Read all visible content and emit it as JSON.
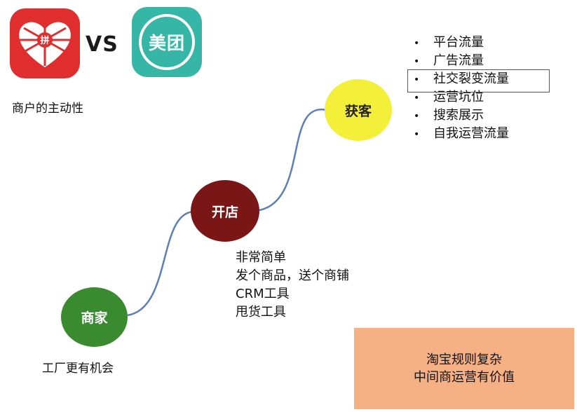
{
  "header": {
    "vs_label": "VS",
    "meituan_logo_text": "美团",
    "pinduoduo_logo_text": "拼"
  },
  "captions": {
    "merchant_initiative": "商户的主动性",
    "factory_opportunity": "工厂更有机会"
  },
  "nodes": {
    "merchant": "商家",
    "open_store": "开店",
    "acquire_customers": "获客"
  },
  "acquisition_channels": [
    "平台流量",
    "广告流量",
    "社交裂变流量",
    "运营坑位",
    "搜索展示",
    "自我运营流量"
  ],
  "store_features": [
    "非常简单",
    "发个商品，送个商铺",
    "CRM工具",
    "甩货工具"
  ],
  "note": {
    "line1": "淘宝规则复杂",
    "line2": "中间商运营有价值"
  },
  "colors": {
    "pinduoduo_red": "#e02d2d",
    "meituan_teal": "#35b6a6",
    "merchant_green": "#3a8b2f",
    "open_store_maroon": "#7b1616",
    "acquire_yellow": "#f4ef38",
    "connector_blue": "#5b7fb8",
    "highlight_border": "#a13a3a",
    "note_orange": "#f5b183"
  }
}
